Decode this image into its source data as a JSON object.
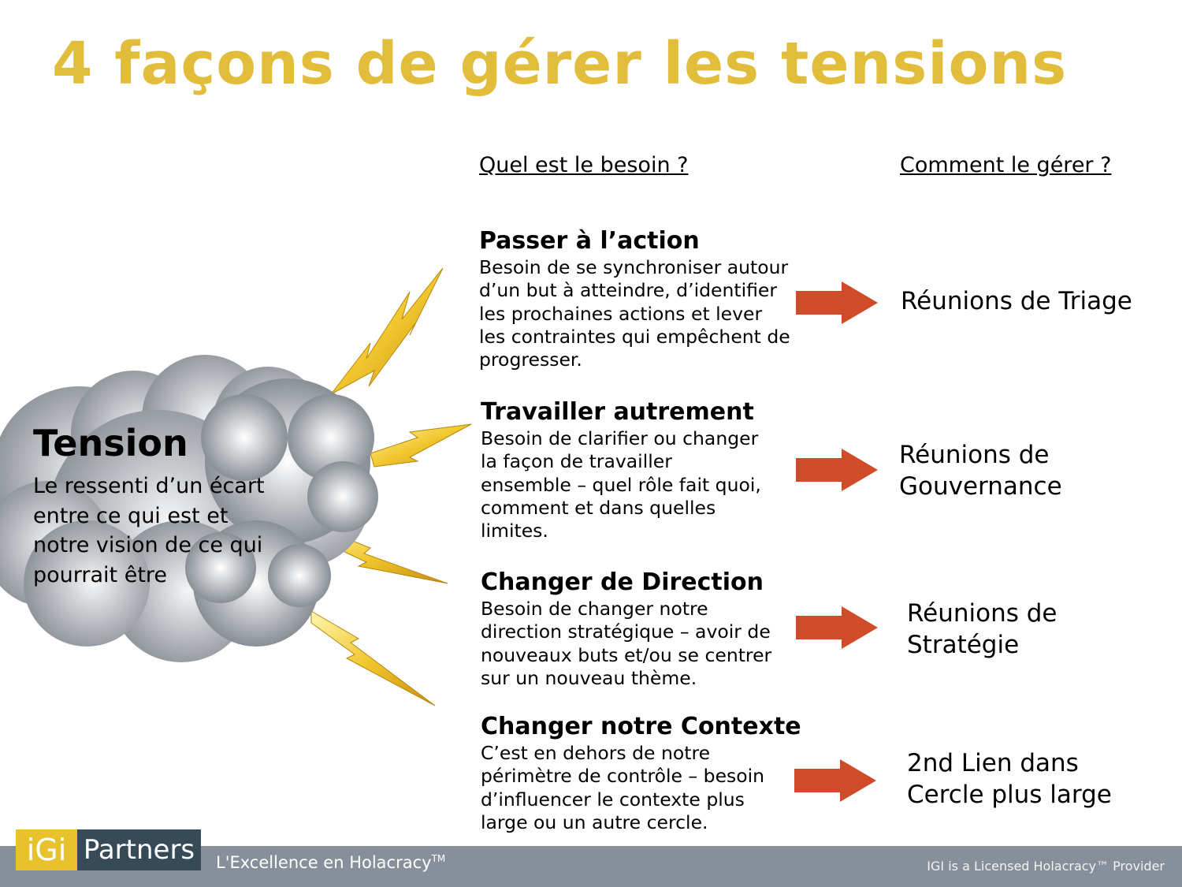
{
  "title": "4 façons de gérer les tensions",
  "headers": {
    "need": "Quel est le besoin ?",
    "how": "Comment le gérer ?"
  },
  "tension": {
    "title": "Tension",
    "body": "Le ressenti d’un écart entre ce qui est et notre vision de ce qui pourrait être"
  },
  "items": [
    {
      "title": "Passer à l’action",
      "body": "Besoin de se synchroniser autour d’un but à atteindre, d’identifier les prochaines actions et lever les contraintes qui empêchent de progresser.",
      "result": "Réunions de Triage"
    },
    {
      "title": "Travailler autrement",
      "body": "Besoin de clarifier ou changer la façon de travailler ensemble – quel rôle fait quoi, comment et dans quelles limites.",
      "result": "Réunions de Gouvernance"
    },
    {
      "title": "Changer de Direction",
      "body": "Besoin de changer notre direction stratégique – avoir de nouveaux buts et/ou se centrer sur un nouveau thème.",
      "result": "Réunions de Stratégie"
    },
    {
      "title": "Changer notre Contexte",
      "body": "C’est en dehors de notre périmètre de contrôle – besoin d’influencer le contexte plus large ou un autre cercle.",
      "result": "2nd Lien dans Cercle plus large"
    }
  ],
  "footer": {
    "logo_igi": "iGi",
    "logo_partners": "Partners",
    "tagline": "L'Excellence en Holacracy",
    "tagline_tm": "TM",
    "provider": "IGI is a Licensed Holacracy™ Provider"
  },
  "colors": {
    "title": "#e2bd3b",
    "arrow": "#d04b27",
    "footer": "#87909a",
    "logo_yellow": "#e8c22d",
    "logo_dark": "#364a58"
  }
}
